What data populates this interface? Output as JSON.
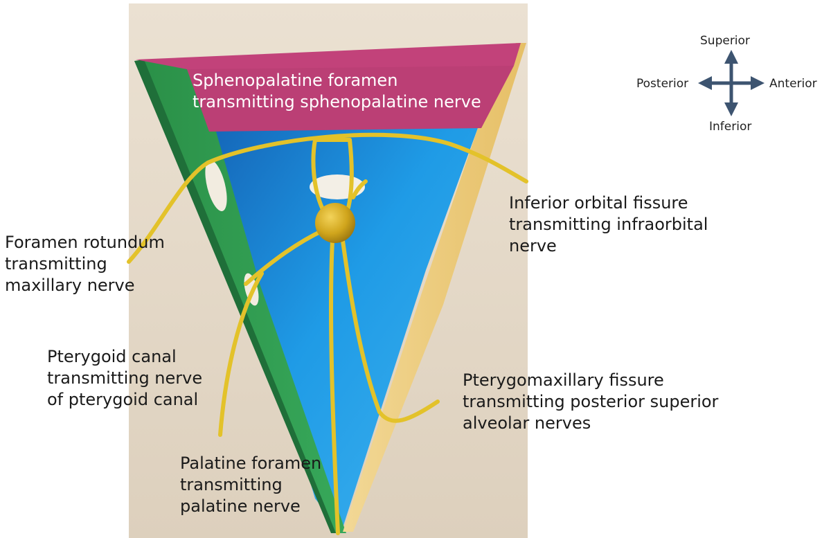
{
  "labels": {
    "sphenopalatine": [
      "Sphenopalatine foramen",
      "transmitting sphenopalatine nerve"
    ],
    "inferior_orbital": [
      "Inferior orbital fissure",
      "transmitting infraorbital",
      "nerve"
    ],
    "foramen_rotundum": [
      "Foramen rotundum",
      "transmitting",
      "maxillary nerve"
    ],
    "pterygoid_canal": [
      "Pterygoid canal",
      "transmitting nerve",
      "of pterygoid canal"
    ],
    "pterygomaxillary": [
      "Pterygomaxillary fissure",
      "transmitting posterior superior",
      "alveolar nerves"
    ],
    "palatine": [
      "Palatine foramen",
      "transmitting",
      "palatine nerve"
    ]
  },
  "compass": {
    "superior": "Superior",
    "inferior": "Inferior",
    "posterior": "Posterior",
    "anterior": "Anterior"
  },
  "colors": {
    "background_board": "#e7dccb",
    "roof_magenta": "#c2427a",
    "left_wall_green": "#2e9a4f",
    "right_wall_yellow": "#eac97a",
    "inner_blue": "#1f9be6",
    "nerve_yellow": "#e3c22a",
    "ganglion_gold": "#d0a51c",
    "compass_arrow": "#3d5470"
  }
}
